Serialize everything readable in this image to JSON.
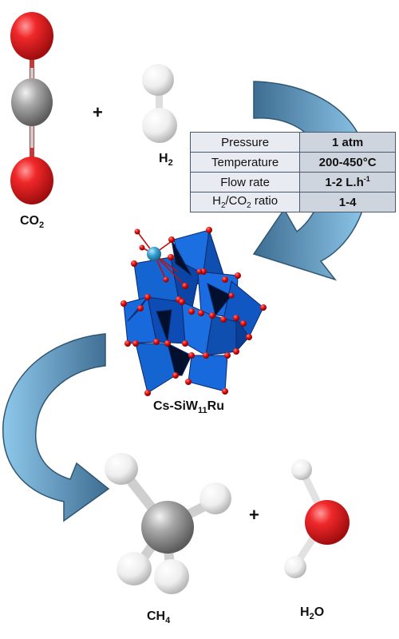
{
  "labels": {
    "co2": {
      "main": "CO",
      "sub": "2"
    },
    "h2": {
      "main": "H",
      "sub": "2"
    },
    "catalyst": {
      "pre": "Cs-SiW",
      "sub": "11",
      "post": "Ru"
    },
    "ch4": {
      "main": "CH",
      "sub": "4"
    },
    "h2o": {
      "main": "H",
      "sub": "2",
      "post": "O"
    },
    "plus": "+"
  },
  "conditions": [
    {
      "name": "Pressure",
      "value": "1 atm"
    },
    {
      "name": "Temperature",
      "value": "200-450°C"
    },
    {
      "name": "Flow rate",
      "value_main": "1-2 L.h",
      "value_sup": "-1"
    },
    {
      "name_pre": "H",
      "name_sub1": "2",
      "name_mid": "/CO",
      "name_sub2": "2",
      "name_post": " ratio",
      "value": "1-4"
    }
  ],
  "colors": {
    "oxygen": "#e41a1c",
    "carbon": "#9e9e9e",
    "hydrogen": "#f4f4f4",
    "cesium": "#3aa6d8",
    "polyhedron": "#1464d2",
    "arrow_dark": "#5a86a8",
    "arrow_light": "#8ec8ea"
  }
}
